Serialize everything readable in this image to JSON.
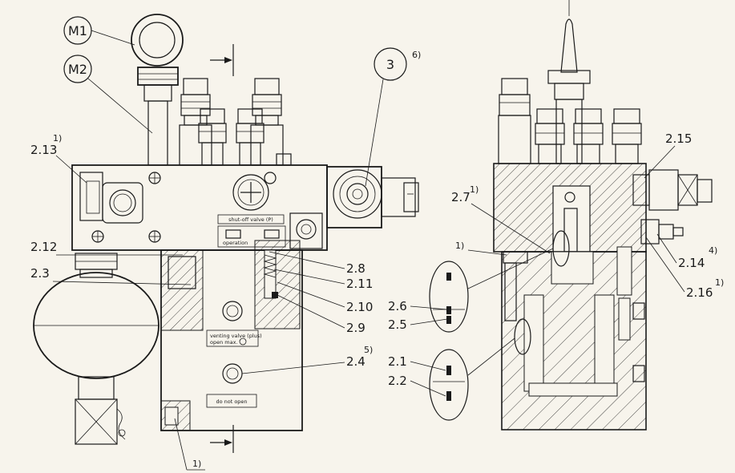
{
  "callouts": {
    "m1": "M1",
    "m2": "M2",
    "three": "3",
    "three_note": "6)",
    "l_2_13": "2.13",
    "l_2_13_note": "1)",
    "l_2_12": "2.12",
    "l_2_3": "2.3",
    "l_2_8": "2.8",
    "l_2_11": "2.11",
    "l_2_10": "2.10",
    "l_2_9": "2.9",
    "l_2_4": "2.4",
    "l_2_4_note": "5)",
    "bottom_note": "1)",
    "l_2_15": "2.15",
    "l_2_7": "2.7",
    "l_2_7_note": "1)",
    "right_note": "1)",
    "l_2_14": "2.14",
    "l_2_14_note": "4)",
    "l_2_16": "2.16",
    "l_2_16_note": "1)",
    "l_2_6": "2.6",
    "l_2_5": "2.5",
    "l_2_1": "2.1",
    "l_2_2": "2.2"
  },
  "plates": {
    "shutoff": "shut-off valve (P)",
    "operation": "operation",
    "venting": "venting valve (plus)",
    "open_max": "open max.",
    "do_not_open": "do not open"
  }
}
